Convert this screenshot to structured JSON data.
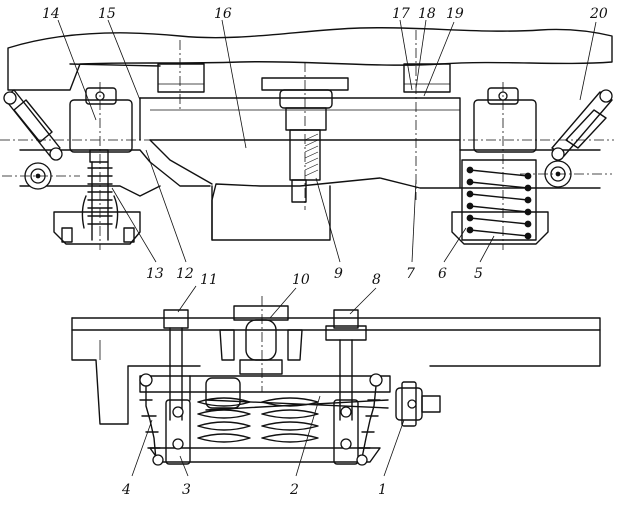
{
  "diagram": {
    "labels_top": [
      "14",
      "15",
      "16",
      "17",
      "18",
      "19",
      "20"
    ],
    "labels_middle": [
      "13",
      "12",
      "9",
      "7",
      "6",
      "5"
    ],
    "labels_lower_top": [
      "11",
      "10",
      "8"
    ],
    "labels_bottom": [
      "4",
      "3",
      "2",
      "1"
    ]
  }
}
